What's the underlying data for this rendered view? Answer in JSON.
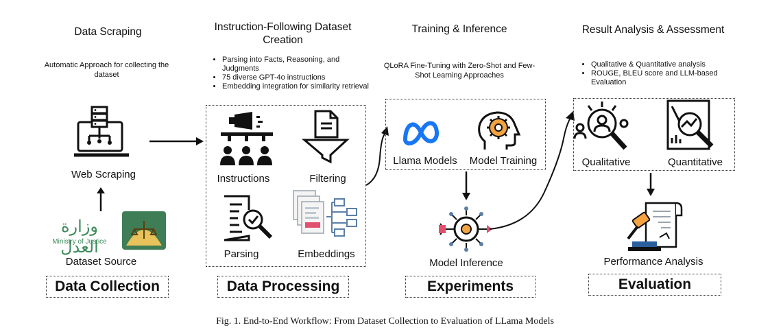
{
  "columns": {
    "collection": {
      "title": "Data Scraping",
      "description": "Automatic Approach for collecting the dataset",
      "web_label": "Web Scraping",
      "logo_text": "وزارة العدل",
      "logo_caption": "Ministry of Justice",
      "source_label": "Dataset Source",
      "stage": "Data Collection"
    },
    "processing": {
      "title": "Instruction-Following Dataset Creation",
      "bullets": [
        "Parsing into Facts, Reasoning, and Judgments",
        "75 diverse GPT-4o instructions",
        "Embedding integration for similarity retrieval"
      ],
      "items": [
        "Instructions",
        "Filtering",
        "Parsing",
        "Embeddings"
      ],
      "stage": "Data Processing"
    },
    "training": {
      "title": "Training & Inference",
      "description": "QLoRA Fine-Tuning with Zero-Shot and Few-Shot Learning Approaches",
      "items": [
        "Llama Models",
        "Model Training"
      ],
      "inference_label": "Model Inference",
      "stage": "Experiments"
    },
    "evaluation": {
      "title": "Result Analysis & Assessment",
      "bullets": [
        "Qualitative & Quantitative analysis",
        "ROUGE, BLEU score and LLM-based Evaluation"
      ],
      "items": [
        "Qualitative",
        "Quantitative"
      ],
      "performance_label": "Performance Analysis",
      "stage": "Evaluation"
    }
  },
  "caption": "Fig. 1.  End-to-End Workflow: From Dataset Collection to Evaluation of LLama Models",
  "colors": {
    "accent_blue": "#1877f2",
    "orange": "#f4a340",
    "gray_blue": "#5b7fa6",
    "ink": "#111111"
  },
  "icons": [
    "web-scraping-icon",
    "ministry-of-justice-logo",
    "instructions-icon",
    "filtering-icon",
    "parsing-icon",
    "embeddings-icon",
    "meta-logo-icon",
    "model-training-icon",
    "model-inference-icon",
    "qualitative-icon",
    "quantitative-icon",
    "performance-analysis-icon"
  ]
}
